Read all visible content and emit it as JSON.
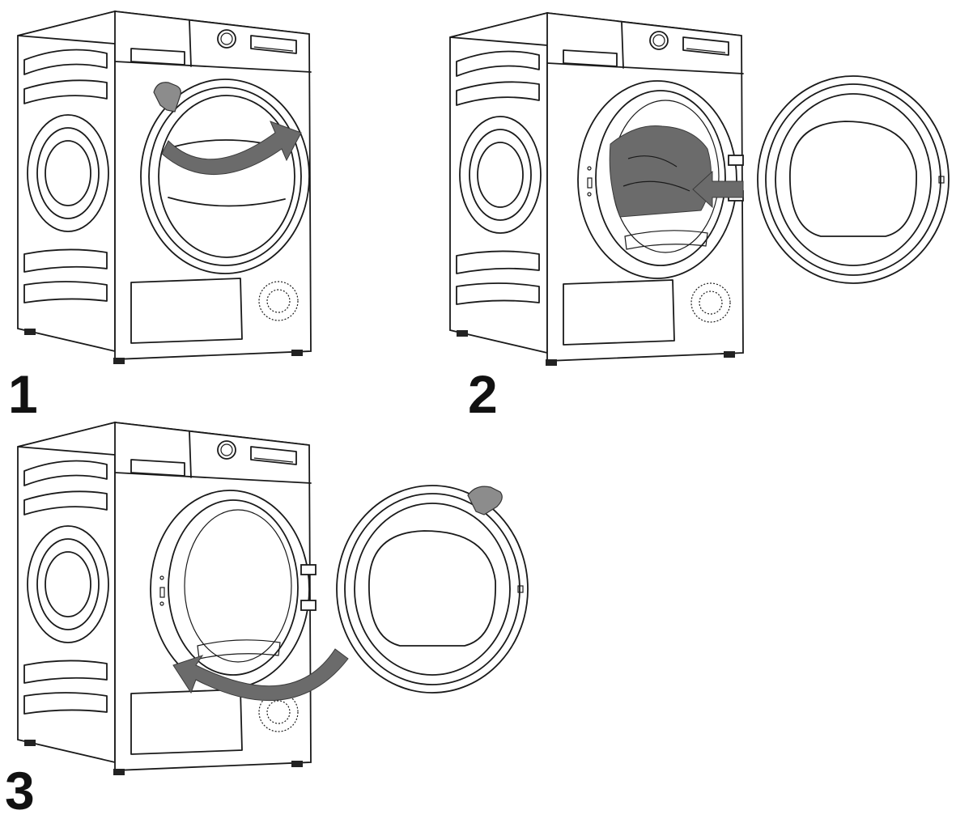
{
  "steps": [
    {
      "number": "1",
      "icon": "rotate-arrow-icon"
    },
    {
      "number": "2",
      "icon": "insert-arrow-icon"
    },
    {
      "number": "3",
      "icon": "close-arrow-icon"
    }
  ],
  "colors": {
    "line": "#1a1a1a",
    "arrow": "#6b6b6b",
    "background": "#ffffff"
  }
}
